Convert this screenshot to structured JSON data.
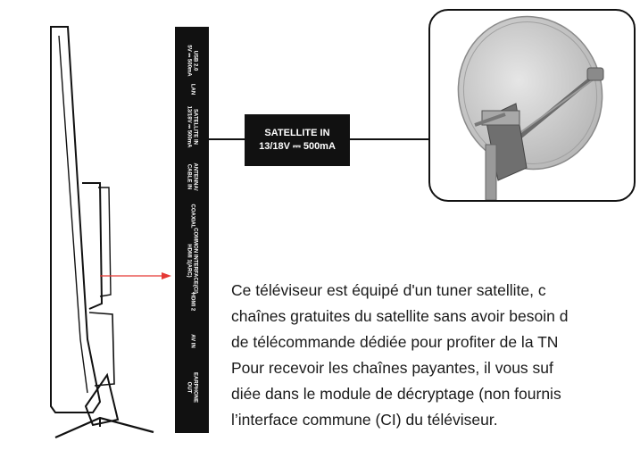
{
  "ports": [
    {
      "id": "usb",
      "label": "USB 2.0\n5V ⎓ 500mA"
    },
    {
      "id": "lan",
      "label": "LAN"
    },
    {
      "id": "satellite",
      "label": "SATELLITE IN\n13/18V ⎓ 500mA"
    },
    {
      "id": "antenna",
      "label": "ANTENNA/\nCABLE IN"
    },
    {
      "id": "coaxial",
      "label": "COAXIAL"
    },
    {
      "id": "common-interface",
      "label": "COMMON INTERFACE(CI)\nHDMI 1(ARC)"
    },
    {
      "id": "hdmi2",
      "label": "HDMI 2"
    },
    {
      "id": "av",
      "label": "AV IN"
    },
    {
      "id": "earphone",
      "label": "EARPHONE\nOUT"
    }
  ],
  "connector": {
    "line1": "SATELLITE IN",
    "line2": "13/18V ⎓ 500mA"
  },
  "colors": {
    "arrow": "#e53935",
    "strip": "#111111",
    "dish": "#c8c8c8"
  },
  "description": [
    "Ce téléviseur est équipé d'un tuner satellite, c",
    "chaînes gratuites du satellite sans avoir besoin d",
    "de télécommande dédiée pour profiter de la TN",
    "Pour recevoir les chaînes payantes, il vous suf",
    "diée dans le module de décryptage (non fournis",
    "l’interface commune (CI) du téléviseur."
  ]
}
